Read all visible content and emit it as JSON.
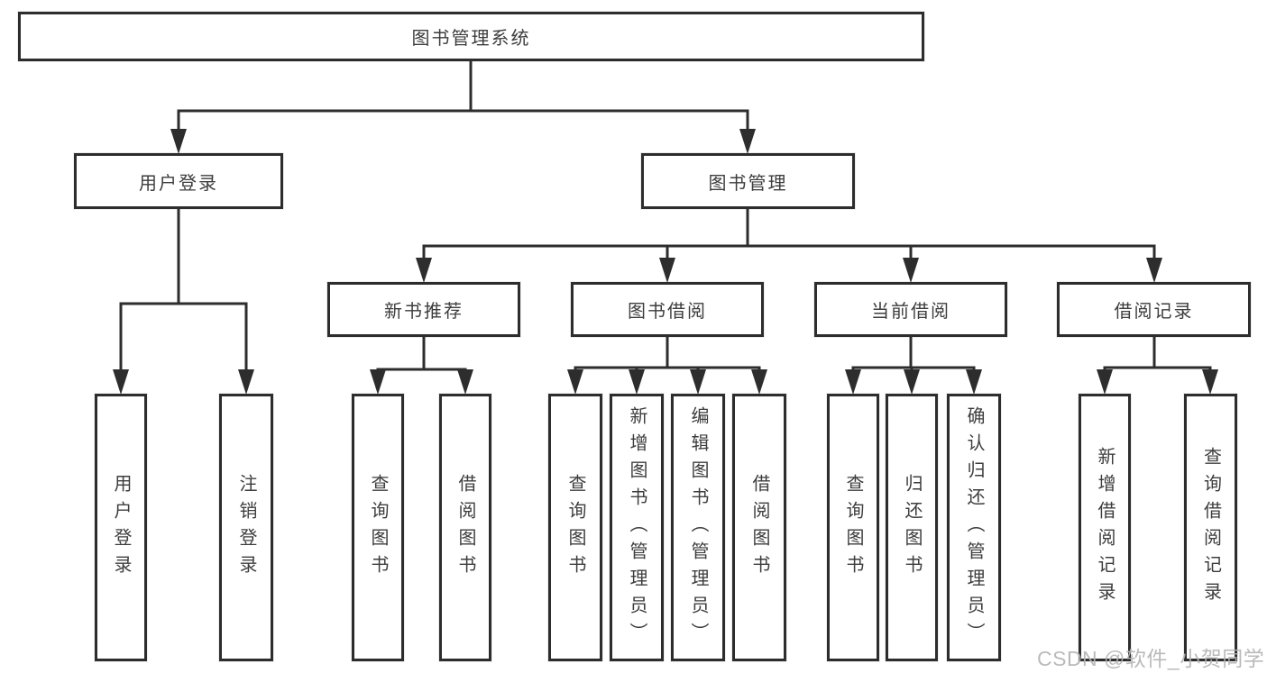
{
  "tree": {
    "root": {
      "label": "图书管理系统",
      "children": [
        {
          "label": "用户登录",
          "children": [
            {
              "label": "用户登录"
            },
            {
              "label": "注销登录"
            }
          ]
        },
        {
          "label": "图书管理",
          "children": [
            {
              "label": "新书推荐",
              "children": [
                {
                  "label": "查询图书"
                },
                {
                  "label": "借阅图书"
                }
              ]
            },
            {
              "label": "图书借阅",
              "children": [
                {
                  "label": "查询图书"
                },
                {
                  "label": "新增图书（管理员）"
                },
                {
                  "label": "编辑图书（管理员）"
                },
                {
                  "label": "借阅图书"
                }
              ]
            },
            {
              "label": "当前借阅",
              "children": [
                {
                  "label": "查询图书"
                },
                {
                  "label": "归还图书"
                },
                {
                  "label": "确认归还（管理员）"
                }
              ]
            },
            {
              "label": "借阅记录",
              "children": [
                {
                  "label": "新增借阅记录"
                },
                {
                  "label": "查询借阅记录"
                }
              ]
            }
          ]
        }
      ]
    }
  },
  "colors": {
    "line": "#2d2d2d",
    "text": "#3d3d3d",
    "watermark": "#b3b3b3",
    "background": "#ffffff"
  },
  "watermark": "CSDN @软件_小贺同学"
}
